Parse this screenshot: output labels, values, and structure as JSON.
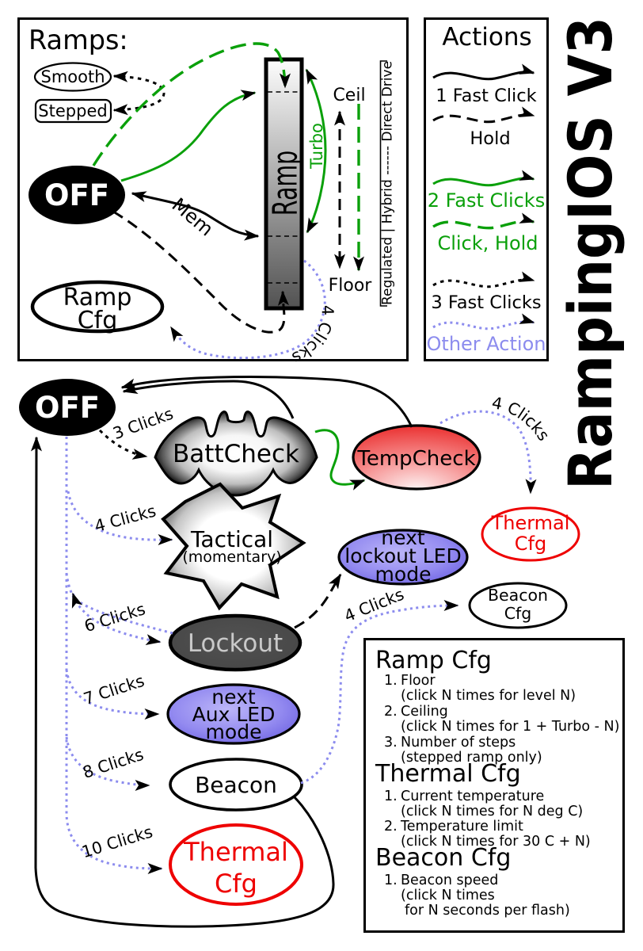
{
  "title": {
    "text": "RampingIOS V3"
  },
  "colors": {
    "background": "#ffffff",
    "green": "#0aa00a",
    "periwinkle": "#8c8cee",
    "red": "#ee0000",
    "black": "#000000",
    "lockout_fill": "#4b4b4b",
    "lockout_text": "#c9c9c9"
  },
  "ramps_panel": {
    "heading": "Ramps:",
    "smooth_label": "Smooth",
    "stepped_label": "Stepped",
    "off_label": "OFF",
    "bar_label": "Ramp",
    "turbo_label": "Turbo",
    "ceil_label": "Ceil",
    "floor_label": "Floor",
    "drive_scale_label": "Regulated | Hybrid ------ Direct Drive",
    "mem_label": "Mem",
    "four_clicks_label": "4 Clicks",
    "ramp_cfg_lines": [
      "Ramp",
      "Cfg"
    ]
  },
  "actions_panel": {
    "heading": "Actions",
    "items": [
      {
        "label": "1 Fast Click",
        "style": "solid",
        "color": "#000000"
      },
      {
        "label": "Hold",
        "style": "dashed",
        "color": "#000000"
      },
      {
        "label": "2 Fast Clicks",
        "style": "solid",
        "color": "#0aa00a"
      },
      {
        "label": "Click, Hold",
        "style": "dashed",
        "color": "#0aa00a"
      },
      {
        "label": "3 Fast Clicks",
        "style": "dotted",
        "color": "#000000"
      },
      {
        "label": "Other Action",
        "style": "dotted",
        "color": "#8c8cee"
      }
    ]
  },
  "diagram": {
    "off_label": "OFF",
    "battcheck_label": "BattCheck",
    "tempcheck_label": "TempCheck",
    "tactical_lines": [
      "Tactical",
      "(momentary)"
    ],
    "thermal_cfg_lines": [
      "Thermal",
      "Cfg"
    ],
    "next_lockout_lines": [
      "next",
      "lockout LED",
      "mode"
    ],
    "beacon_cfg_lines": [
      "Beacon",
      "Cfg"
    ],
    "lockout_label": "Lockout",
    "next_aux_lines": [
      "next",
      "Aux LED",
      "mode"
    ],
    "beacon_label": "Beacon",
    "thermal_cfg_bottom_lines": [
      "Thermal",
      "Cfg"
    ],
    "edge_labels": {
      "three_clicks": "3 Clicks",
      "four_clicks_tactical": "4 Clicks",
      "four_clicks_thermal": "4 Clicks",
      "four_clicks_beacon": "4 Clicks",
      "six_clicks": "6 Clicks",
      "seven_clicks": "7 Clicks",
      "eight_clicks": "8 Clicks",
      "ten_clicks": "10 Clicks"
    }
  },
  "config_panel": {
    "sections": [
      {
        "title": "Ramp Cfg",
        "items": [
          {
            "num": "1.",
            "text": "Floor",
            "sub": [
              "(click N times for level N)"
            ]
          },
          {
            "num": "2.",
            "text": "Ceiling",
            "sub": [
              "(click N times for 1 + Turbo - N)"
            ]
          },
          {
            "num": "3.",
            "text": "Number of steps",
            "sub": [
              "(stepped ramp only)"
            ]
          }
        ]
      },
      {
        "title": "Thermal Cfg",
        "items": [
          {
            "num": "1.",
            "text": "Current temperature",
            "sub": [
              "(click N times for N deg C)"
            ]
          },
          {
            "num": "2.",
            "text": "Temperature limit",
            "sub": [
              "(click N times for 30 C + N)"
            ]
          }
        ]
      },
      {
        "title": "Beacon Cfg",
        "items": [
          {
            "num": "1.",
            "text": "Beacon speed",
            "sub": [
              "(click N times",
              "for N seconds per flash)"
            ]
          }
        ]
      }
    ]
  }
}
